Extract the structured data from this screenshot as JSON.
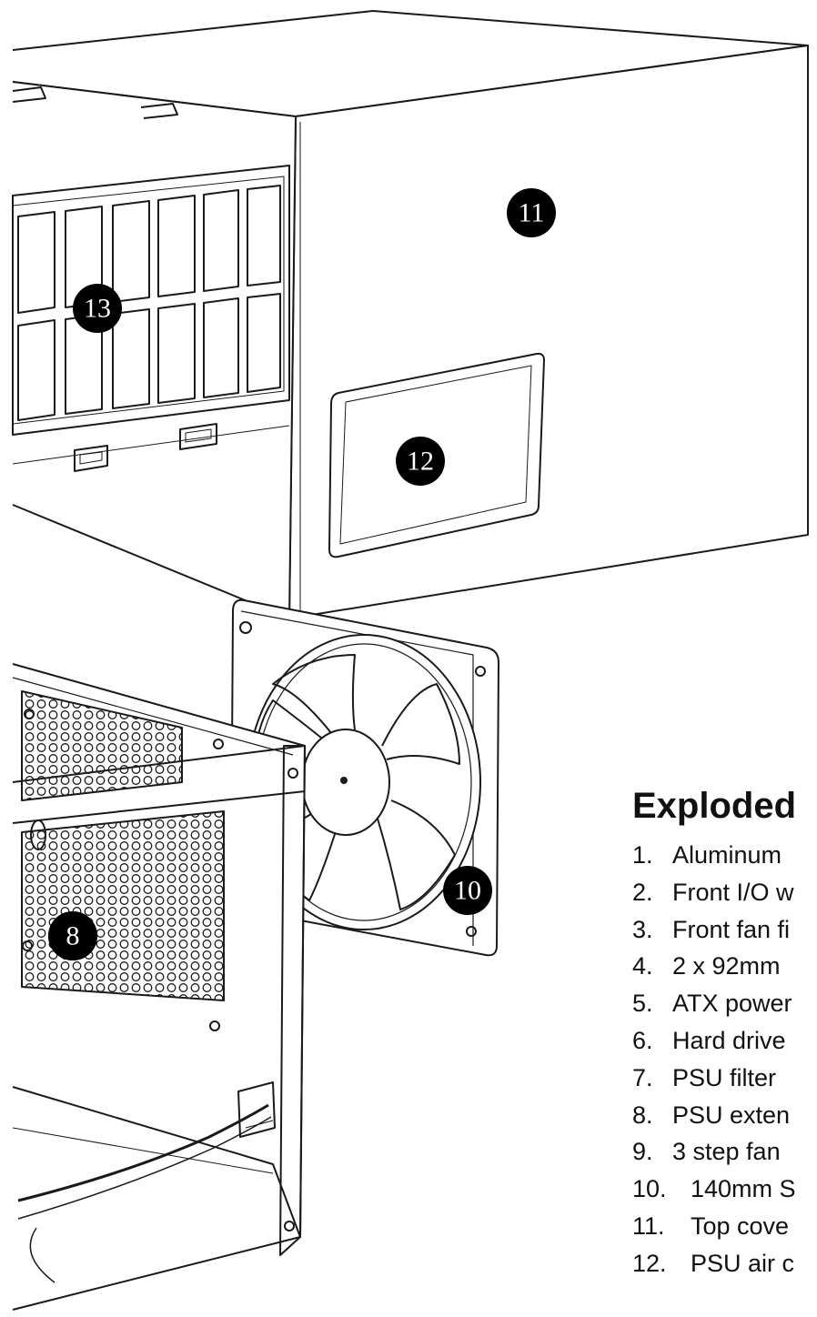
{
  "diagram": {
    "callouts": [
      {
        "id": "11",
        "label": "11"
      },
      {
        "id": "13",
        "label": "13"
      },
      {
        "id": "12",
        "label": "12"
      },
      {
        "id": "10",
        "label": "10"
      },
      {
        "id": "8",
        "label": "8"
      }
    ]
  },
  "legend": {
    "title": "Exploded",
    "items": [
      {
        "num": "1.",
        "text": "Aluminum"
      },
      {
        "num": "2.",
        "text": "Front I/O w"
      },
      {
        "num": "3.",
        "text": "Front fan fi"
      },
      {
        "num": "4.",
        "text": "2 x 92mm"
      },
      {
        "num": "5.",
        "text": "ATX power"
      },
      {
        "num": "6.",
        "text": "Hard drive"
      },
      {
        "num": "7.",
        "text": "PSU filter"
      },
      {
        "num": "8.",
        "text": "PSU exten"
      },
      {
        "num": "9.",
        "text": "3 step fan"
      },
      {
        "num": "10.",
        "text": "140mm S"
      },
      {
        "num": "11.",
        "text": "Top cove"
      },
      {
        "num": "12.",
        "text": "PSU air c"
      }
    ]
  },
  "colors": {
    "line": "#1a1a1a",
    "callout_fill": "#000000",
    "background": "#ffffff"
  }
}
